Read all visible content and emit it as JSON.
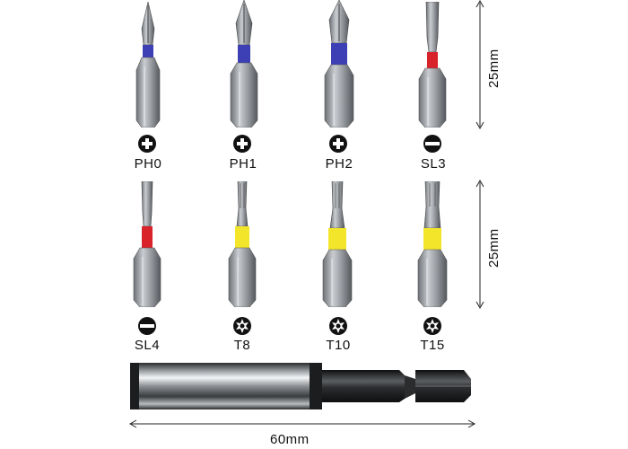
{
  "row1": [
    {
      "label": "PH0",
      "band": "#3d3fb5",
      "tip": "phillips",
      "symbol": "phillips"
    },
    {
      "label": "PH1",
      "band": "#3d3fb5",
      "tip": "phillips",
      "symbol": "phillips"
    },
    {
      "label": "PH2",
      "band": "#3d3fb5",
      "tip": "phillips",
      "symbol": "phillips"
    },
    {
      "label": "SL3",
      "band": "#d8232a",
      "tip": "slotted",
      "symbol": "slotted"
    }
  ],
  "row2": [
    {
      "label": "SL4",
      "band": "#d8232a",
      "tip": "slotted",
      "symbol": "slotted"
    },
    {
      "label": "T8",
      "band": "#f3e52a",
      "tip": "torx",
      "symbol": "torx"
    },
    {
      "label": "T10",
      "band": "#f3e52a",
      "tip": "torx",
      "symbol": "torx"
    },
    {
      "label": "T15",
      "band": "#f3e52a",
      "tip": "torx",
      "symbol": "torx"
    }
  ],
  "dimensions": {
    "row1_height": "25mm",
    "row2_height": "25mm",
    "holder_length": "60mm"
  },
  "colors": {
    "steel": "#9a9ea3",
    "steel_dark": "#5f6368",
    "holder_black": "#1c1d1f"
  }
}
